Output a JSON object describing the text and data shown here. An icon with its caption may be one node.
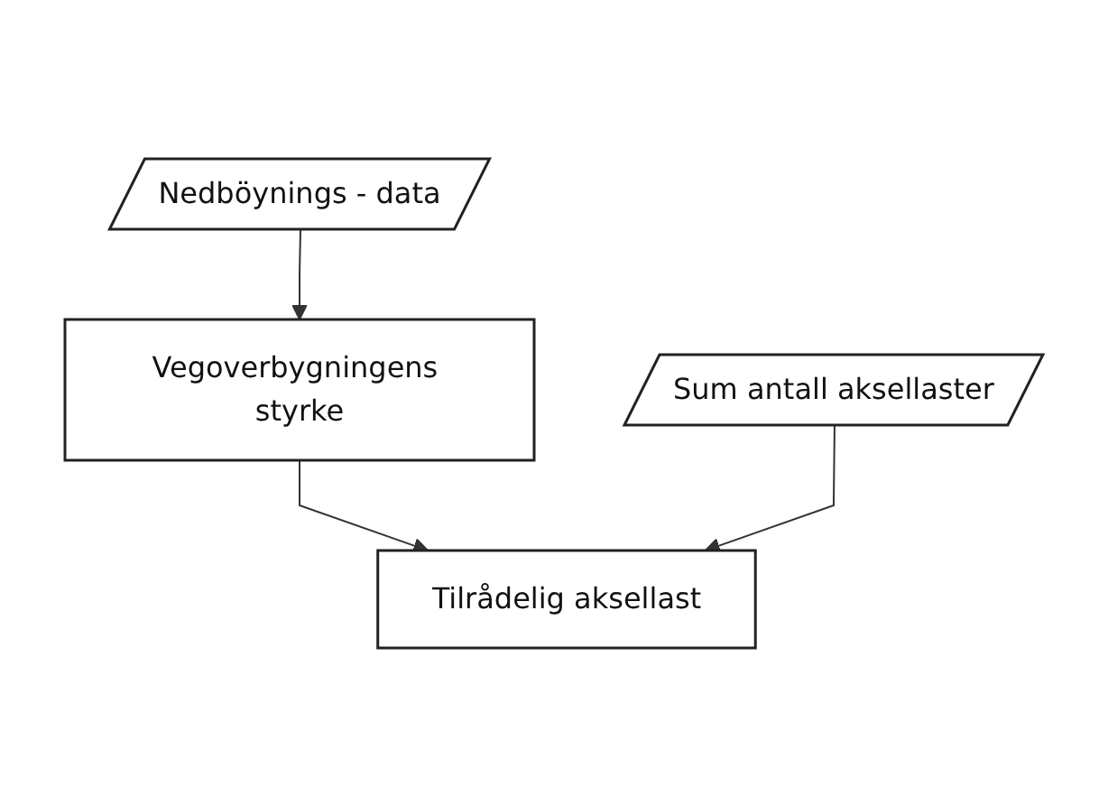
{
  "diagram": {
    "nodes": [
      {
        "text": [
          "Nedböynings - data"
        ]
      },
      {
        "text": [
          "Sum antall aksellaster"
        ]
      },
      {
        "text": [
          "Vegoverbygningens styrke"
        ]
      },
      {
        "text": [
          "Tilrådelig aksellast"
        ]
      }
    ],
    "edges": [
      {
        "from": 0,
        "to": 2,
        "arrow": "to"
      },
      {
        "from": 2,
        "to": 3,
        "arrow": "to"
      },
      {
        "from": 1,
        "to": 3,
        "arrow": "to"
      }
    ]
  }
}
